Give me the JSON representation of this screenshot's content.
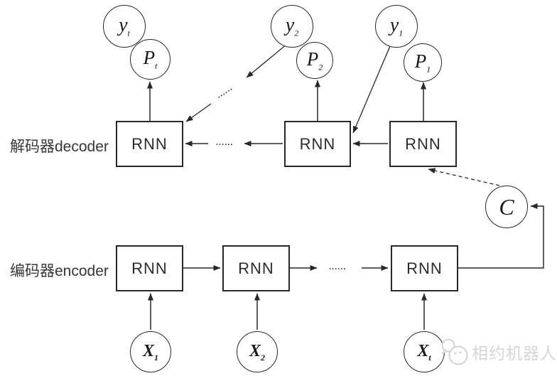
{
  "labels": {
    "decoder_row": "解码器decoder",
    "encoder_row": "编码器encoder",
    "ellipsis": "......"
  },
  "decoder": {
    "boxes": [
      "RNN",
      "RNN",
      "RNN"
    ]
  },
  "encoder": {
    "boxes": [
      "RNN",
      "RNN",
      "RNN"
    ]
  },
  "nodes": {
    "y": [
      {
        "base": "y",
        "sub": "t"
      },
      {
        "base": "y",
        "sub": "2"
      },
      {
        "base": "y",
        "sub": "1"
      }
    ],
    "p": [
      {
        "base": "P",
        "sub": "t"
      },
      {
        "base": "P",
        "sub": "2"
      },
      {
        "base": "P",
        "sub": "1"
      }
    ],
    "x": [
      {
        "base": "X",
        "sub": "1"
      },
      {
        "base": "X",
        "sub": "2"
      },
      {
        "base": "X",
        "sub": "t"
      }
    ],
    "context": {
      "base": "C"
    }
  },
  "watermark": {
    "text": "相约机器人"
  },
  "colors": {
    "stroke": "#2b2627",
    "box_text": "#2f2a2b",
    "row_label": "#3a3536",
    "watermark": "#d6d6d6",
    "background": "#ffffff"
  }
}
